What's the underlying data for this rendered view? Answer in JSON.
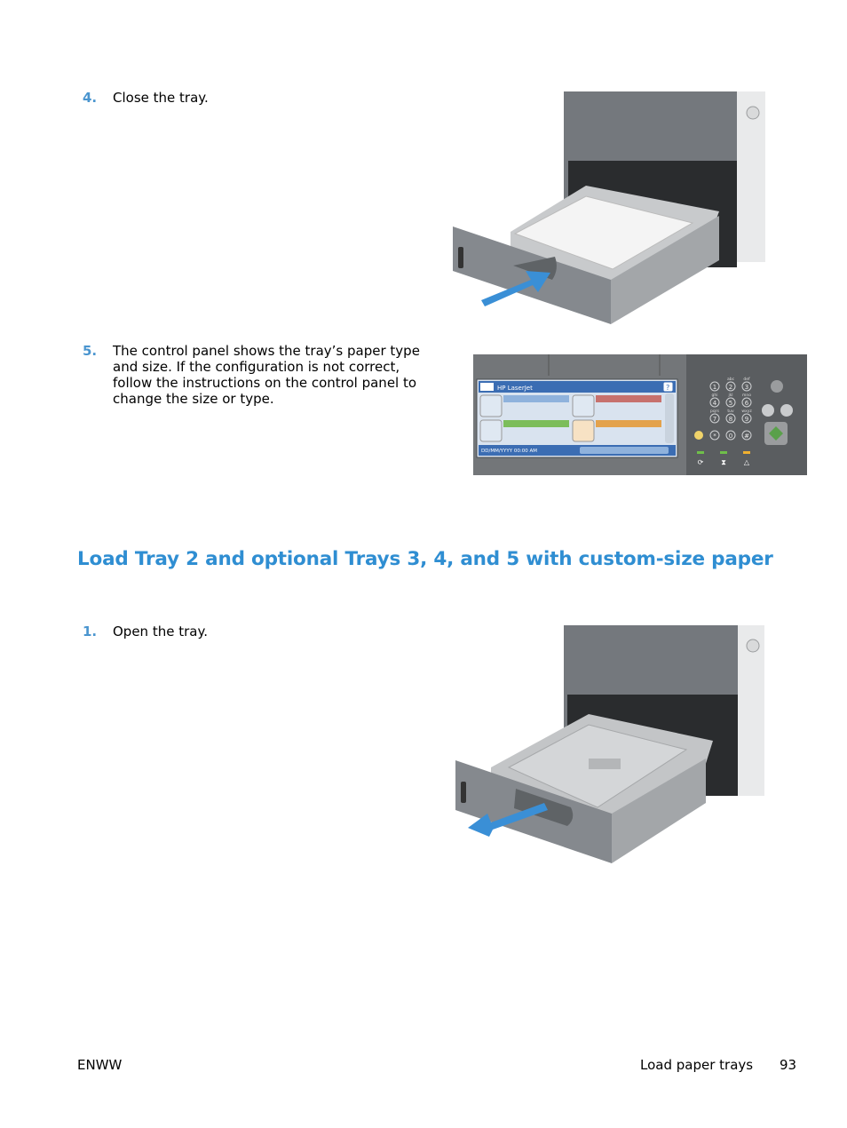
{
  "steps_top": [
    {
      "number": "4.",
      "text": "Close the tray."
    },
    {
      "number": "5.",
      "text_lines": [
        "The control panel shows the tray’s paper type",
        "and size. If the configuration is not correct,",
        "follow the instructions on the control panel to",
        "change the size or type."
      ]
    }
  ],
  "section": {
    "heading": "Load Tray 2 and optional Trays 3, 4, and 5 with custom-size paper",
    "steps": [
      {
        "number": "1.",
        "text": "Open the tray."
      }
    ]
  },
  "control_panel": {
    "screen_title": "HP LaserJet",
    "status_bar": "DD/MM/YYYY  00:00 AM",
    "help_glyph": "?",
    "keypad": {
      "keys": [
        "1",
        "2",
        "3",
        "4",
        "5",
        "6",
        "7",
        "8",
        "9",
        "*",
        "0",
        "#"
      ],
      "letters": [
        "abc",
        "def",
        "ghi",
        "jkl",
        "mno",
        "pqrs",
        "tuv",
        "wxyz"
      ]
    }
  },
  "footer": {
    "left": "ENWW",
    "section": "Load paper trays",
    "page": "93"
  },
  "colors": {
    "accent": "#2f8ed2",
    "printer_body": "#7b7f84",
    "paper": "#f7f7f7",
    "arrow": "#3a8fd6"
  }
}
